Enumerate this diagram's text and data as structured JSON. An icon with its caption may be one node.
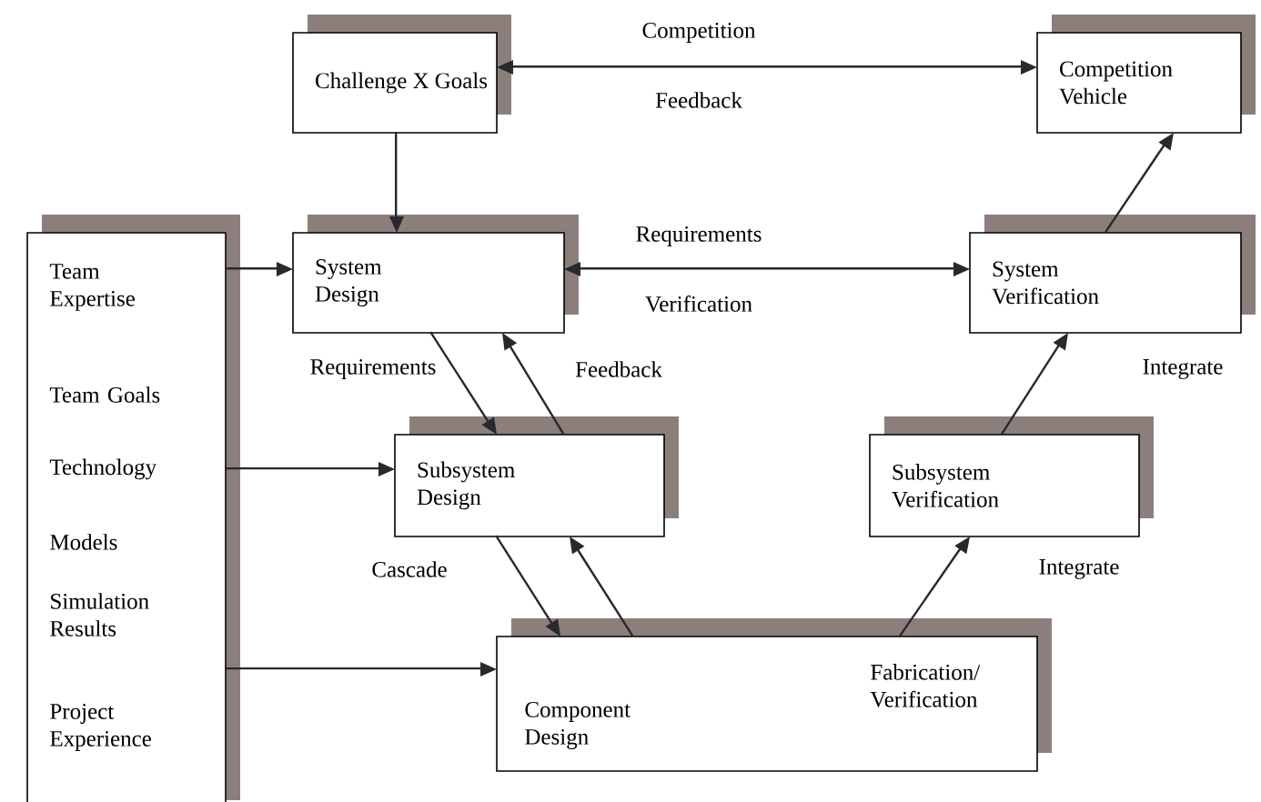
{
  "diagram": {
    "nodes": [
      {
        "text": [
          "Challenge X Goals"
        ]
      },
      {
        "text": [
          "Competition Vehicle"
        ]
      },
      {
        "text": [
          "Team Expertise",
          "Team Goals",
          "Technology",
          "Models",
          "Simulation Results",
          "Project Experience"
        ]
      },
      {
        "text": [
          "System Design"
        ]
      },
      {
        "text": [
          "System Verification"
        ]
      },
      {
        "text": [
          "Subsystem Design"
        ]
      },
      {
        "text": [
          "Subsystem Verification"
        ]
      },
      {
        "text": [
          "Component Design",
          "Fabrication/ Verification"
        ]
      }
    ],
    "edges": [
      {
        "from": 0,
        "to": 1,
        "arrow": "both",
        "label": "Competition"
      },
      {
        "from": 0,
        "to": 3,
        "arrow": "to"
      },
      {
        "from": 2,
        "to": 3,
        "arrow": "to"
      },
      {
        "from": 2,
        "to": 5,
        "arrow": "to"
      },
      {
        "from": 2,
        "to": 7,
        "arrow": "to"
      },
      {
        "from": 3,
        "to": 4,
        "arrow": "both",
        "label": "Requirements"
      },
      {
        "from": 3,
        "to": 5,
        "arrow": "to",
        "label": "Requirements"
      },
      {
        "from": 5,
        "to": 3,
        "arrow": "to",
        "label": "Feedback"
      },
      {
        "from": 5,
        "to": 7,
        "arrow": "to",
        "label": "Cascade"
      },
      {
        "from": 7,
        "to": 5,
        "arrow": "to"
      },
      {
        "from": 7,
        "to": 6,
        "arrow": "to",
        "label": "Integrate"
      },
      {
        "from": 6,
        "to": 4,
        "arrow": "to",
        "label": "Integrate"
      },
      {
        "from": 4,
        "to": 1,
        "arrow": "to"
      }
    ],
    "labels": [
      "Feedback",
      "Verification"
    ]
  }
}
